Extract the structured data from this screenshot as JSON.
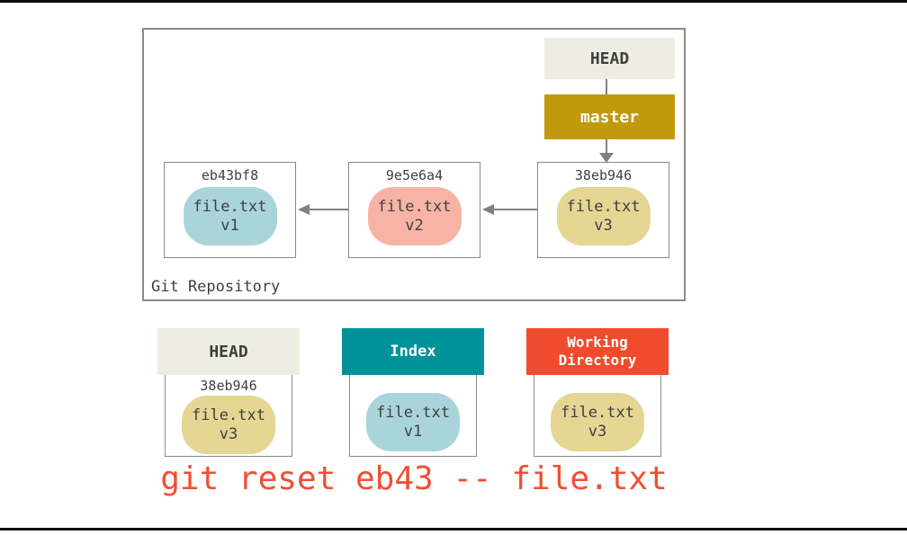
{
  "slide": {
    "command": "git reset eb43 -- file.txt"
  },
  "repository": {
    "label": "Git Repository",
    "head": {
      "label": "HEAD"
    },
    "branch": {
      "label": "master"
    },
    "commits": [
      {
        "hash": "eb43bf8",
        "blob_color_name": "blue",
        "blob": {
          "file": "file.txt",
          "version": "v1"
        }
      },
      {
        "hash": "9e5e6a4",
        "blob_color_name": "pink",
        "blob": {
          "file": "file.txt",
          "version": "v2"
        }
      },
      {
        "hash": "38eb946",
        "blob_color_name": "yellow",
        "blob": {
          "file": "file.txt",
          "version": "v3"
        }
      }
    ]
  },
  "trees": {
    "head": {
      "title": "HEAD",
      "hash": "38eb946",
      "blob_color_name": "yellow",
      "blob": {
        "file": "file.txt",
        "version": "v3"
      }
    },
    "index": {
      "title": "Index",
      "blob_color_name": "blue",
      "blob": {
        "file": "file.txt",
        "version": "v1"
      }
    },
    "working_directory": {
      "title": "Working Directory",
      "blob_color_name": "yellow",
      "blob": {
        "file": "file.txt",
        "version": "v3"
      }
    }
  },
  "colors": {
    "head_box": "#eeede3",
    "master_box": "#c19a0b",
    "index_header": "#00929a",
    "workdir_header": "#f04b2d",
    "blob_blue": "#a9d5da",
    "blob_pink": "#f8b3a7",
    "blob_yellow": "#e5d694",
    "border": "#8b8b85",
    "arrow": "#82827c",
    "text_dark": "#3f3f3f",
    "command_text": "#f14e32"
  }
}
